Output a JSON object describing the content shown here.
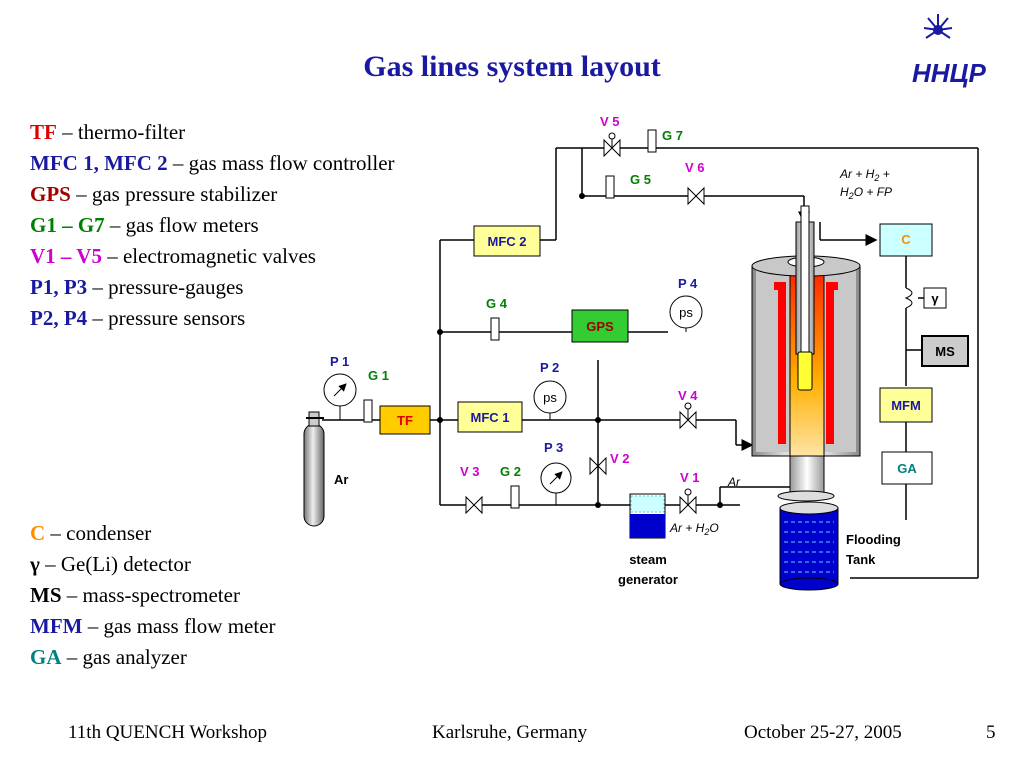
{
  "title": "Gas lines system layout",
  "logo": {
    "text": "ННЦР",
    "color": "#1a1aa0"
  },
  "legend_top": [
    {
      "abbr": "TF",
      "abbr_color": "#e00000",
      "desc": " – thermo-filter"
    },
    {
      "abbr": "MFC 1, MFC 2",
      "abbr_color": "#1a1aa0",
      "desc": " – gas mass flow controller"
    },
    {
      "abbr": "GPS",
      "abbr_color": "#a00000",
      "desc": " – gas pressure stabilizer"
    },
    {
      "abbr": "G1 – G7",
      "abbr_color": "#008000",
      "desc": " – gas flow meters"
    },
    {
      "abbr": "V1 – V5",
      "abbr_color": "#d000d0",
      "desc": " – electromagnetic valves"
    },
    {
      "abbr": "P1, P3",
      "abbr_color": "#1a1aa0",
      "desc": " – pressure-gauges"
    },
    {
      "abbr": "P2, P4",
      "abbr_color": "#1a1aa0",
      "desc": " – pressure sensors"
    }
  ],
  "legend_bottom": [
    {
      "abbr": "C",
      "abbr_color": "#ff8c00",
      "desc": " – condenser"
    },
    {
      "abbr": "γ",
      "abbr_color": "#000000",
      "desc": " – Ge(Li) detector"
    },
    {
      "abbr": "MS",
      "abbr_color": "#000000",
      "desc": " – mass-spectrometer"
    },
    {
      "abbr": "MFM",
      "abbr_color": "#1a1aa0",
      "desc": " – gas mass flow meter"
    },
    {
      "abbr": "GA",
      "abbr_color": "#008080",
      "desc": " – gas analyzer"
    }
  ],
  "diagram": {
    "components": {
      "tf": "TF",
      "mfc1": "MFC 1",
      "mfc2": "MFC 2",
      "gps": "GPS",
      "condenser": "C",
      "gamma": "γ",
      "ms": "MS",
      "mfm": "MFM",
      "ga": "GA",
      "ps": "ps"
    },
    "labels": {
      "p1": "P 1",
      "p2": "P 2",
      "p3": "P 3",
      "p4": "P 4",
      "g1": "G 1",
      "g2": "G 2",
      "g4": "G 4",
      "g5": "G 5",
      "g7": "G 7",
      "v1": "V 1",
      "v2": "V 2",
      "v3": "V 3",
      "v4": "V 4",
      "v5": "V 5",
      "v6": "V 6",
      "ar_cyl": "Ar",
      "ar_line": "Ar",
      "ar_h2o": "Ar + H",
      "ar_h2o_sub": "2",
      "ar_h2o_end": "O",
      "exhaust_1": "Ar + H",
      "exhaust_1_sub": "2",
      "exhaust_1_end": " +",
      "exhaust_2": "H",
      "exhaust_2_sub": "2",
      "exhaust_2_end": "O + FP",
      "steam_1": "steam",
      "steam_2": "generator",
      "flood_1": "Flooding",
      "flood_2": "Tank"
    },
    "colors": {
      "pipe": "#000000",
      "mfc": "#ffff99",
      "tf": "#ffcc00",
      "gps": "#33cc33",
      "condenser": "#ccffff",
      "mfm": "#ffff99",
      "ms": "#cccccc",
      "water": "#0000cc",
      "heater": "#ff0000",
      "label_blue": "#1a1aa0",
      "label_green": "#008000",
      "label_magenta": "#d000d0"
    }
  },
  "footer": {
    "workshop": "11th QUENCH Workshop",
    "location": "Karlsruhe, Germany",
    "date": "October 25-27, 2005",
    "page": "5"
  }
}
